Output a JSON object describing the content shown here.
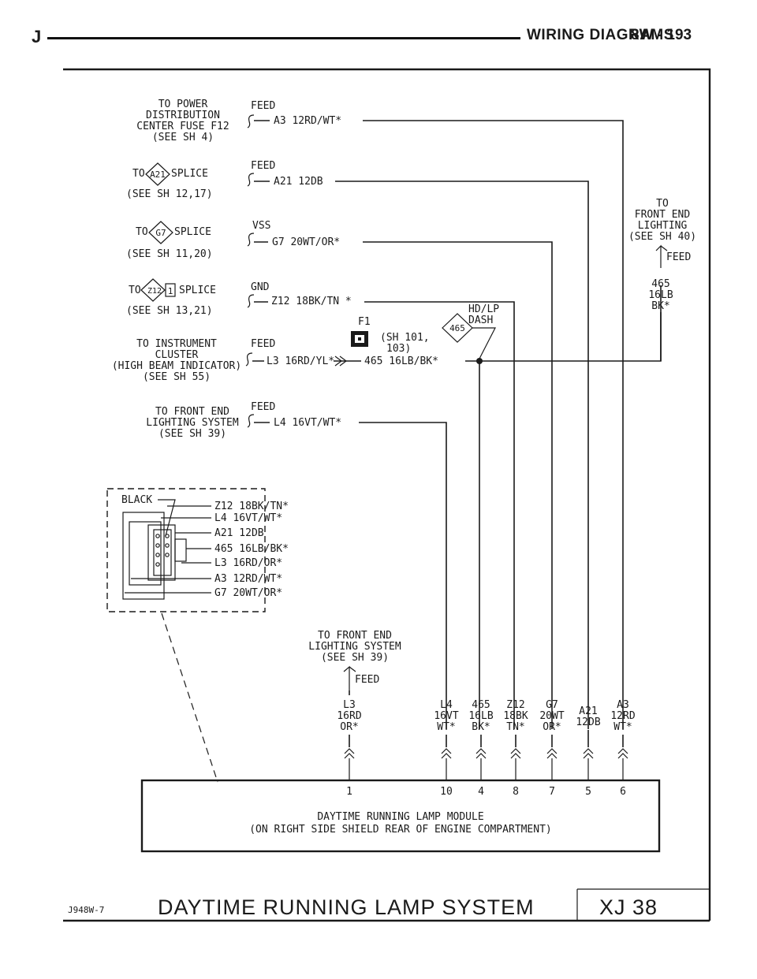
{
  "header": {
    "letter": "J",
    "title": "WIRING DIAGRAMS",
    "page": "8W - 193"
  },
  "feeds": [
    {
      "dest": [
        "TO POWER",
        "DISTRIBUTION",
        "CENTER FUSE F12",
        "(SEE SH 4)"
      ],
      "type": "FEED",
      "circuit": "A3 12RD/WT*"
    },
    {
      "dest_pre": "TO",
      "badge": "A21",
      "dest_post": "SPLICE",
      "ref": "(SEE SH 12,17)",
      "type": "FEED",
      "circuit": "A21 12DB"
    },
    {
      "dest_pre": "TO",
      "badge": "G7",
      "dest_post": "SPLICE",
      "ref": "(SEE SH 11,20)",
      "type": "VSS",
      "circuit": "G7 20WT/OR*"
    },
    {
      "dest_pre": "TO",
      "badge": "Z12",
      "badge_num": "1",
      "dest_post": "SPLICE",
      "ref": "(SEE SH 13,21)",
      "type": "GND",
      "circuit": "Z12 18BK/TN *"
    },
    {
      "dest": [
        "TO INSTRUMENT",
        "CLUSTER",
        "(HIGH BEAM INDICATOR)",
        "(SEE SH 55)"
      ],
      "type": "FEED",
      "circuit": "L3 16RD/YL*",
      "circuit2": "465 16LB/BK*"
    },
    {
      "dest": [
        "TO FRONT END",
        "LIGHTING SYSTEM",
        "(SEE SH 39)"
      ],
      "type": "FEED",
      "circuit": "L4 16VT/WT*"
    }
  ],
  "f1": {
    "label": "F1",
    "ref": [
      "(SH 101,",
      "103)"
    ]
  },
  "hdlp": {
    "badge": "465",
    "label": [
      "HD/LP",
      "DASH"
    ]
  },
  "front_end_right": {
    "text": [
      "TO",
      "FRONT END",
      "LIGHTING",
      "(SEE SH 40)"
    ],
    "type": "FEED",
    "wire": [
      "465",
      "16LB",
      "BK*"
    ]
  },
  "connector": {
    "color": "BLACK",
    "pins": [
      "Z12 18BK/TN*",
      "L4 16VT/WT*",
      "A21 12DB",
      "465 16LB/BK*",
      "L3 16RD/OR*",
      "A3 12RD/WT*",
      "G7 20WT/OR*"
    ]
  },
  "front_end_bottom": {
    "text": [
      "TO FRONT END",
      "LIGHTING SYSTEM",
      "(SEE SH 39)"
    ],
    "type": "FEED"
  },
  "module_wires": [
    {
      "lines": [
        "L3",
        "16RD",
        "OR*"
      ],
      "pin": "1"
    },
    {
      "lines": [
        "L4",
        "16VT",
        "WT*"
      ],
      "pin": "10"
    },
    {
      "lines": [
        "465",
        "16LB",
        "BK*"
      ],
      "pin": "4"
    },
    {
      "lines": [
        "Z12",
        "18BK",
        "TN*"
      ],
      "pin": "8"
    },
    {
      "lines": [
        "G7",
        "20WT",
        "OR*"
      ],
      "pin": "7"
    },
    {
      "lines": [
        "A21",
        "12DB"
      ],
      "pin": "5"
    },
    {
      "lines": [
        "A3",
        "12RD",
        "WT*"
      ],
      "pin": "6"
    }
  ],
  "module": {
    "name": "DAYTIME RUNNING LAMP MODULE",
    "location": "(ON RIGHT SIDE SHIELD REAR OF ENGINE COMPARTMENT)"
  },
  "footer": {
    "code": "J948W-7",
    "title": "DAYTIME RUNNING LAMP SYSTEM",
    "model": "XJ 38"
  }
}
